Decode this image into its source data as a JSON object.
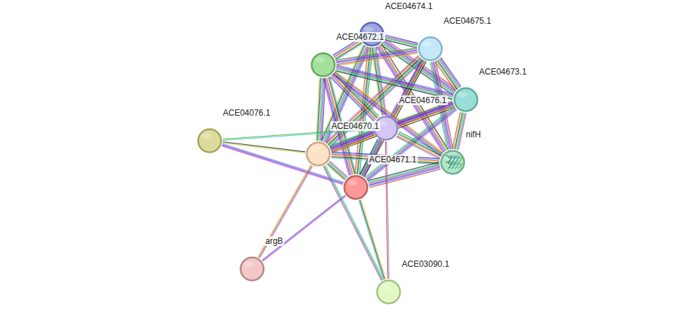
{
  "diagram": {
    "nodes": [
      {
        "text": [
          "ACE04674.1"
        ]
      },
      {
        "text": [
          "ACE04675.1"
        ]
      },
      {
        "text": [
          "ACE04672.1"
        ]
      },
      {
        "text": [
          "ACE04673.1"
        ]
      },
      {
        "text": [
          "ACE04676.1"
        ]
      },
      {
        "text": [
          "nifH"
        ]
      },
      {
        "text": [
          "ACE04076.1"
        ]
      },
      {
        "text": [
          "ACE04670.1"
        ]
      },
      {
        "text": [
          "ACE04671.1"
        ]
      },
      {
        "text": [
          "argB"
        ]
      },
      {
        "text": [
          "ACE03090.1"
        ]
      }
    ],
    "edges": [
      {
        "from": 0,
        "to": 1,
        "arrow": "none"
      },
      {
        "from": 0,
        "to": 2,
        "arrow": "none"
      },
      {
        "from": 0,
        "to": 3,
        "arrow": "none"
      },
      {
        "from": 0,
        "to": 4,
        "arrow": "none"
      },
      {
        "from": 0,
        "to": 5,
        "arrow": "none"
      },
      {
        "from": 0,
        "to": 7,
        "arrow": "none"
      },
      {
        "from": 0,
        "to": 8,
        "arrow": "none"
      },
      {
        "from": 1,
        "to": 2,
        "arrow": "none"
      },
      {
        "from": 1,
        "to": 3,
        "arrow": "none"
      },
      {
        "from": 1,
        "to": 4,
        "arrow": "none"
      },
      {
        "from": 1,
        "to": 5,
        "arrow": "none"
      },
      {
        "from": 1,
        "to": 7,
        "arrow": "none"
      },
      {
        "from": 1,
        "to": 8,
        "arrow": "none"
      },
      {
        "from": 2,
        "to": 3,
        "arrow": "none"
      },
      {
        "from": 2,
        "to": 4,
        "arrow": "none"
      },
      {
        "from": 2,
        "to": 5,
        "arrow": "none"
      },
      {
        "from": 2,
        "to": 7,
        "arrow": "none"
      },
      {
        "from": 2,
        "to": 8,
        "arrow": "none"
      },
      {
        "from": 3,
        "to": 4,
        "arrow": "none"
      },
      {
        "from": 3,
        "to": 5,
        "arrow": "none"
      },
      {
        "from": 3,
        "to": 7,
        "arrow": "none"
      },
      {
        "from": 3,
        "to": 8,
        "arrow": "none"
      },
      {
        "from": 4,
        "to": 5,
        "arrow": "none"
      },
      {
        "from": 4,
        "to": 7,
        "arrow": "none"
      },
      {
        "from": 4,
        "to": 8,
        "arrow": "none"
      },
      {
        "from": 5,
        "to": 7,
        "arrow": "none"
      },
      {
        "from": 5,
        "to": 8,
        "arrow": "none"
      },
      {
        "from": 7,
        "to": 8,
        "arrow": "none"
      },
      {
        "from": 6,
        "to": 7,
        "arrow": "none"
      },
      {
        "from": 6,
        "to": 8,
        "arrow": "none"
      },
      {
        "from": 6,
        "to": 4,
        "arrow": "none"
      },
      {
        "from": 9,
        "to": 7,
        "arrow": "none"
      },
      {
        "from": 9,
        "to": 8,
        "arrow": "none"
      },
      {
        "from": 10,
        "to": 8,
        "arrow": "none"
      },
      {
        "from": 10,
        "to": 4,
        "arrow": "none"
      },
      {
        "from": 10,
        "to": 7,
        "arrow": "none"
      }
    ]
  }
}
